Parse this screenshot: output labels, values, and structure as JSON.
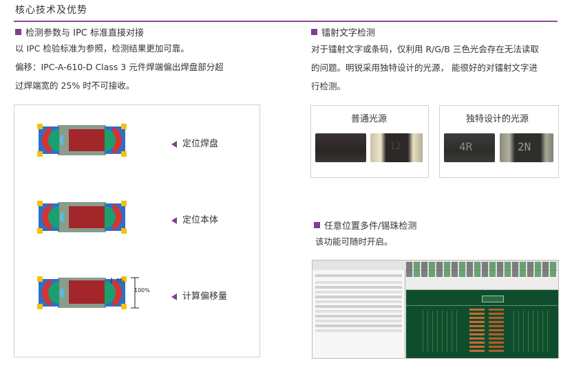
{
  "title": "核心技术及优势",
  "left": {
    "heading": "检测参数与 IPC 标准直接对接",
    "lines": [
      "以 IPC  检验标准为参照，检测结果更加可靠。",
      "偏移：IPC-A-610-D Class 3  元件焊端偏出焊盘部分超",
      "过焊端宽的 25% 时不可接收。"
    ],
    "labels": [
      "定位焊盘",
      "定位本体",
      "计算偏移量"
    ],
    "dim_small": "?%",
    "dim_big": "100%"
  },
  "right_top": {
    "heading": "镭射文字检测",
    "lines": [
      "对于镭射文字或条码，仅利用  R/G/B  三色光会存在无法读取",
      "的问题。明锐采用独特设计的光源，  能很好的对镭射文字进",
      "行检测。"
    ],
    "cap_normal": "普通光源",
    "cap_special": "独特设计的光源",
    "chip_text_1": "12",
    "chip_text_2": "4R",
    "chip_text_3": "2N"
  },
  "right_bottom": {
    "heading": "任意位置多件/锡珠检测",
    "line": "该功能可随时开启。"
  },
  "colors": {
    "accent": "#7f3f8f",
    "body": "#a3262b",
    "pad": "#8a9c8c"
  }
}
